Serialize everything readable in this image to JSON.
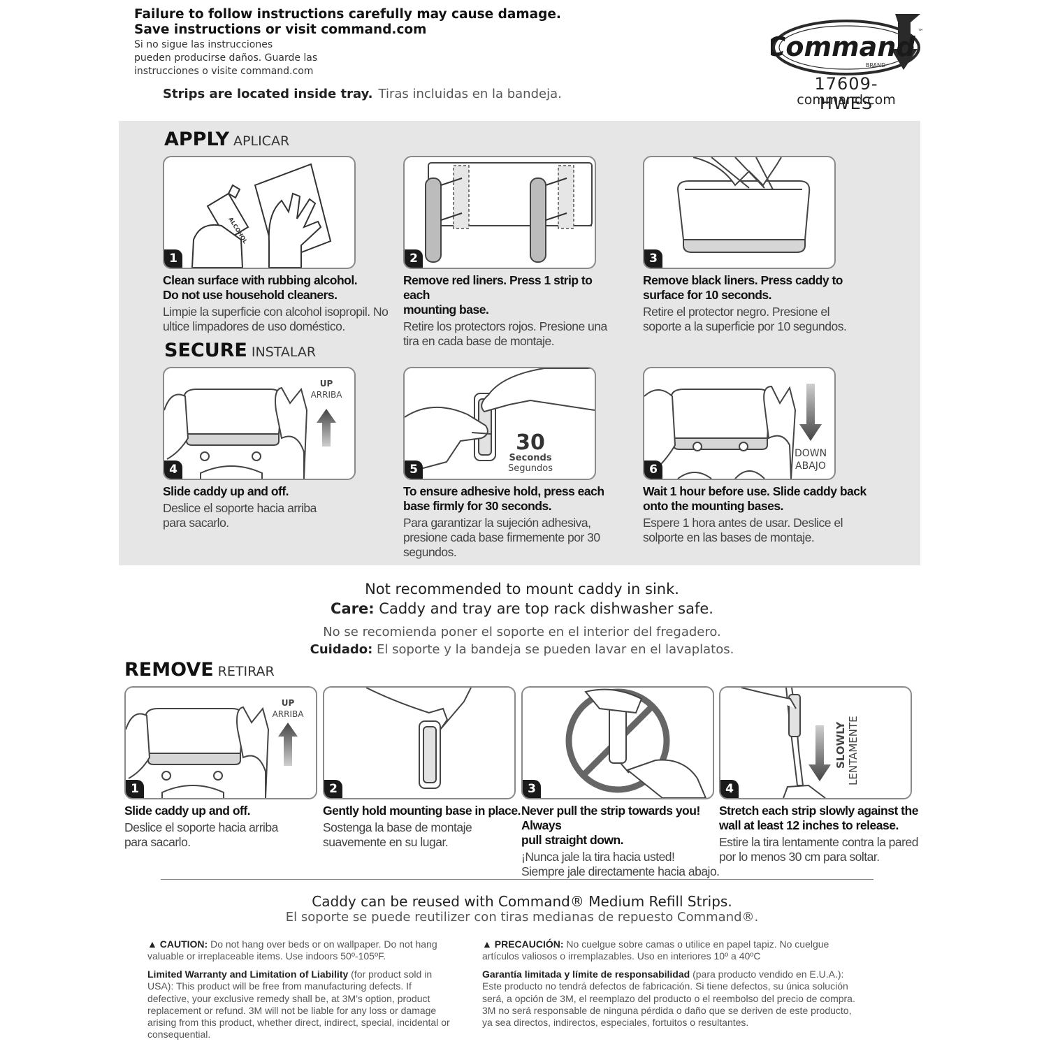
{
  "header": {
    "warning_en_1": "Failure to follow instructions carefully may cause damage.",
    "warning_en_2": "Save instructions or visit command.com",
    "warning_es_1": "Si no sigue las instrucciones",
    "warning_es_2": "pueden producirse daños. Guarde las",
    "warning_es_3": "instrucciones o visite command.com",
    "strips_en": "Strips are located inside tray.",
    "strips_es": "Tiras incluidas en la bandeja."
  },
  "brand": {
    "logo_text": "Command",
    "logo_sub": "BRAND",
    "tm": "™",
    "model": "17609-HWES",
    "url": "command.com"
  },
  "apply": {
    "title": "APPLY",
    "title_es": "APLICAR",
    "steps": [
      {
        "num": "1",
        "label": "ALCOHOL",
        "en1": "Clean surface with rubbing alcohol.",
        "en2": "Do not use household cleaners.",
        "es1": "Limpie la superficie con alcohol isopropil. No",
        "es2": "ultice limpadores de uso doméstico."
      },
      {
        "num": "2",
        "en1": "Remove red liners. Press 1 strip to each",
        "en2": "mounting base.",
        "es1": "Retire los protectors rojos. Presione una",
        "es2": "tira en cada base de montaje."
      },
      {
        "num": "3",
        "en1": "Remove black liners. Press caddy to",
        "en2": "surface for 10 seconds.",
        "es1": "Retire el protector negro. Presione el",
        "es2": "soporte a la superficie por 10 segundos."
      }
    ]
  },
  "secure": {
    "title": "SECURE",
    "title_es": "INSTALAR",
    "steps": [
      {
        "num": "4",
        "arrow_en": "UP",
        "arrow_es": "ARRIBA",
        "en1": "Slide caddy up and off.",
        "es1": "Deslice el soporte hacia arriba",
        "es2": "para sacarlo."
      },
      {
        "num": "5",
        "seconds": "30",
        "seconds_en": "Seconds",
        "seconds_es": "Segundos",
        "en1": "To ensure adhesive hold, press each",
        "en2": "base firmly for 30 seconds.",
        "es1": "Para garantizar la sujeción adhesiva,",
        "es2": "presione cada base firmemente por 30",
        "es3": "segundos."
      },
      {
        "num": "6",
        "arrow_en": "DOWN",
        "arrow_es": "ABAJO",
        "en1": "Wait 1 hour before use. Slide caddy back",
        "en2": "onto the mounting bases.",
        "es1": "Espere 1 hora antes de usar. Deslice el",
        "es2": "solporte en las bases de montaje."
      }
    ]
  },
  "notes": {
    "line1": "Not recommended to mount caddy in sink.",
    "care_label": "Care:",
    "care_text": " Caddy and tray are top rack dishwasher safe.",
    "line3": "No se recomienda poner el soporte en el interior del fregadero.",
    "cuidado_label": "Cuidado:",
    "cuidado_text": " El soporte y la bandeja se pueden lavar en el lavaplatos."
  },
  "remove": {
    "title": "REMOVE",
    "title_es": "RETIRAR",
    "steps": [
      {
        "num": "1",
        "arrow_en": "UP",
        "arrow_es": "ARRIBA",
        "en1": "Slide caddy up and off.",
        "es1": "Deslice el soporte hacia arriba",
        "es2": "para sacarlo."
      },
      {
        "num": "2",
        "en1": "Gently hold mounting base in place.",
        "es1": "Sostenga la base de montaje",
        "es2": "suavemente en su lugar."
      },
      {
        "num": "3",
        "en1": "Never pull the strip towards you! Always",
        "en2": "pull straight down.",
        "es1": "¡Nunca jale la tira hacia usted!",
        "es2": "Siempre jale directamente hacia abajo."
      },
      {
        "num": "4",
        "arrow_en": "SLOWLY",
        "arrow_es": "LENTAMENTE",
        "en1": "Stretch each strip slowly against the",
        "en2": "wall at least 12 inches to release.",
        "es1": "Estire la tira lentamente contra la pared",
        "es2": "por lo menos 30 cm para soltar."
      }
    ]
  },
  "reuse": {
    "en": "Caddy can be reused with Command® Medium Refill Strips.",
    "es": "El soporte se puede reutilizer con tiras medianas de repuesto Command®."
  },
  "fineprint": {
    "caution_label": "▲ CAUTION:",
    "caution_text": " Do not hang over beds or on wallpaper. Do not hang valuable or irreplaceable items. Use indoors 50º-105ºF.",
    "warranty_label": "Limited Warranty and Limitation of Liability",
    "warranty_text": " (for product sold in USA): This product will be free from manufacturing defects. If defective, your exclusive remedy shall be, at 3M’s option, product replacement or refund. 3M will not be liable for any loss or damage arising from this product, whether direct, indirect, special, incidental or consequential.",
    "precaucion_label": "▲ PRECAUCIÓN:",
    "precaucion_text": " No cuelgue sobre camas o utilice en papel tapiz. No cuelgue artículos valiosos o irremplazables. Uso en interiores 10º a 40ºC",
    "garantia_label": "Garantía limitada y límite de responsabilidad",
    "garantia_text": " (para producto vendido en E.U.A.): Este producto no tendrá defectos de fabricación. Si tiene defectos, su única solución será, a opción de 3M, el reemplazo del producto o el reembolso del precio de compra. 3M no será responsable de ninguna pérdida o daño que se deriven de este producto, ya sea directos, indirectos, especiales, fortuitos o resultantes."
  }
}
